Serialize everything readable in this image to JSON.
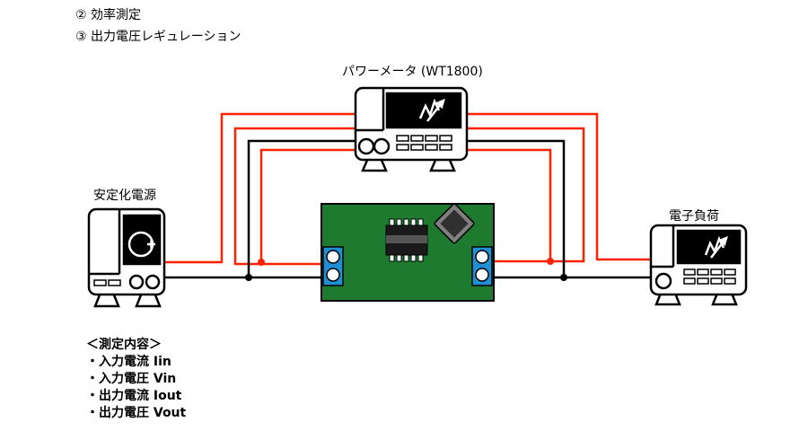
{
  "header": {
    "items": [
      "② 効率測定",
      "③ 出力電圧レギュレーション"
    ]
  },
  "labels": {
    "power_meter": "パワーメータ (WT1800)",
    "power_supply": "安定化電源",
    "electronic_load": "電子負荷"
  },
  "measurement": {
    "title": "＜測定内容＞",
    "items": [
      "・入力電流 Iin",
      "・入力電圧 Vin",
      "・出力電流 Iout",
      "・出力電圧 Vout"
    ]
  },
  "colors": {
    "positive_wire": "#ff2200",
    "negative_wire": "#000000",
    "pcb": "#1e7a2e",
    "terminal": "#1f8fd6"
  }
}
